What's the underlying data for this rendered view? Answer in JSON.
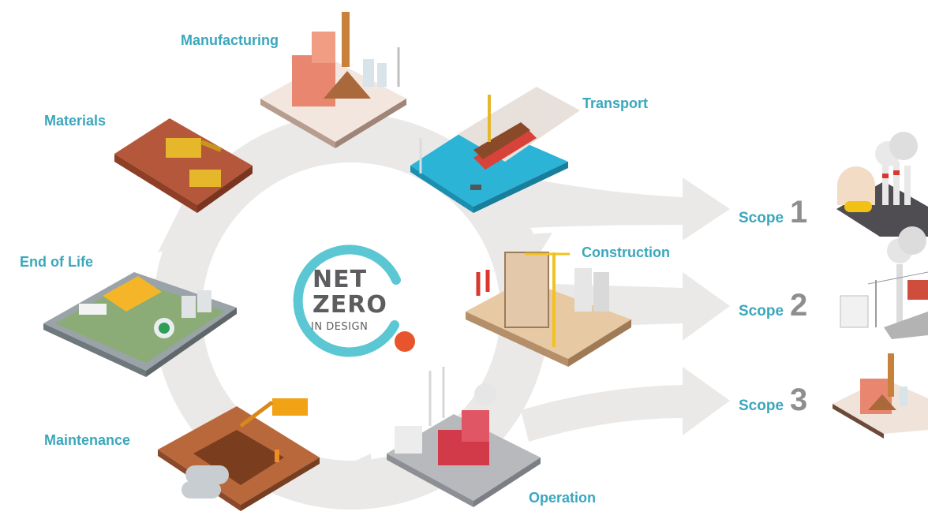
{
  "logo": {
    "line1": "NET",
    "line2": "ZERO",
    "line3": "IN DESIGN"
  },
  "stages": {
    "manufacturing": "Manufacturing",
    "materials": "Materials",
    "transport": "Transport",
    "end_of_life": "End of Life",
    "construction": "Construction",
    "maintenance": "Maintenance",
    "operation": "Operation"
  },
  "scopes": [
    {
      "word": "Scope",
      "number": "1"
    },
    {
      "word": "Scope",
      "number": "2"
    },
    {
      "word": "Scope",
      "number": "3"
    }
  ],
  "colors": {
    "label_teal": "#3aa7bd",
    "logo_ring": "#5bc7d3",
    "logo_dot": "#e8542b",
    "logo_text": "#5d5d60",
    "cycle_gray": "#e9e7e6",
    "scope_number_gray": "#8e8e8e"
  },
  "icons": [
    "mining-excavator-icon",
    "factory-icon",
    "port-ship-icon",
    "recycling-plant-icon",
    "construction-site-icon",
    "excavation-pipes-icon",
    "power-plant-icon",
    "refinery-icon",
    "power-substation-icon",
    "factory-small-icon"
  ]
}
